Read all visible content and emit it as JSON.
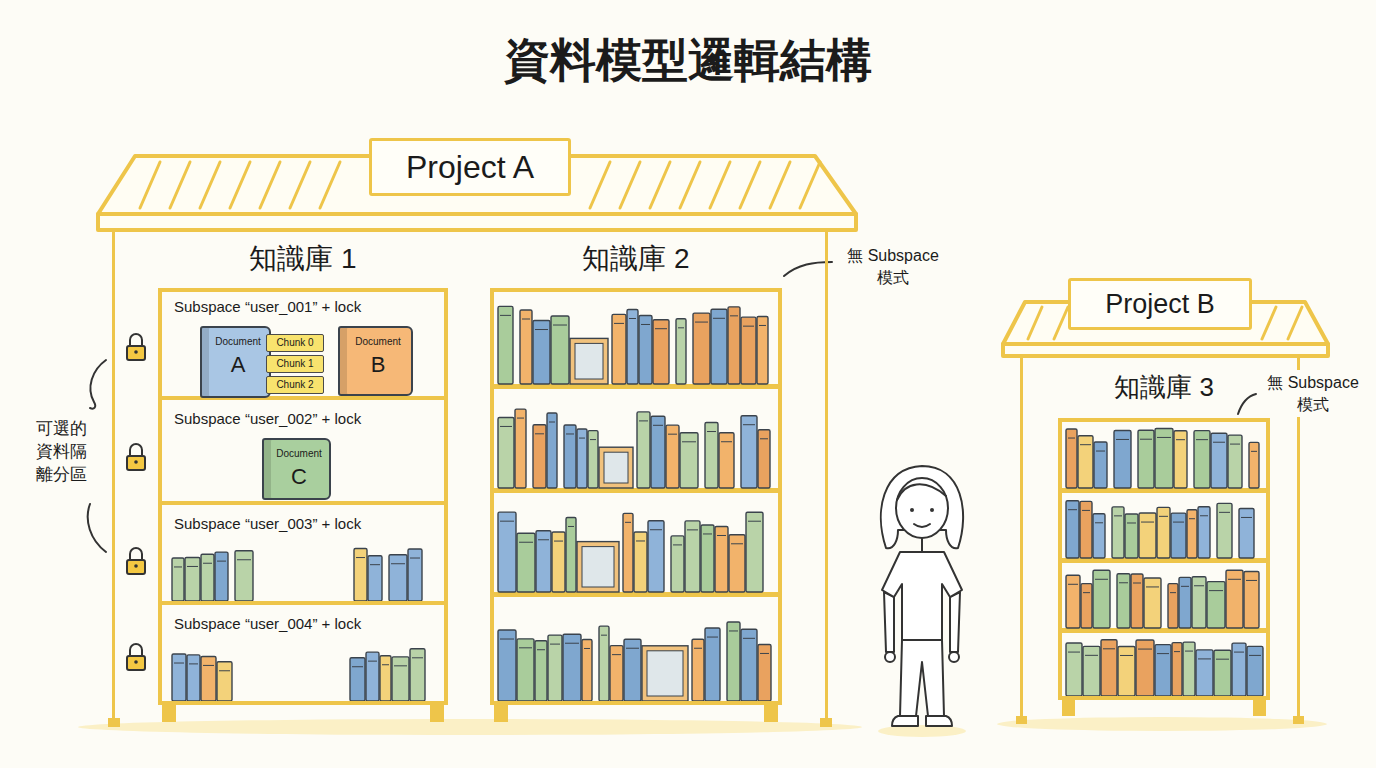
{
  "diagram": {
    "title": "資料模型邏輯結構",
    "nodes": [
      {
        "text": [
          "Project A"
        ]
      },
      {
        "text": [
          "知識庫 1"
        ],
        "in": 0
      },
      {
        "text": [
          "Subspace “user_001” + lock"
        ],
        "in": 1
      },
      {
        "text": [
          "Document",
          "A"
        ],
        "in": 2
      },
      {
        "text": [
          "Chunk 0"
        ],
        "in": 2
      },
      {
        "text": [
          "Chunk 1"
        ],
        "in": 2
      },
      {
        "text": [
          "Chunk 2"
        ],
        "in": 2
      },
      {
        "text": [
          "Document",
          "B"
        ],
        "in": 2
      },
      {
        "text": [
          "Subspace “user_002” + lock"
        ],
        "in": 1
      },
      {
        "text": [
          "Document",
          "C"
        ],
        "in": 8
      },
      {
        "text": [
          "Subspace “user_003” + lock"
        ],
        "in": 1
      },
      {
        "text": [
          "Subspace “user_004” + lock"
        ],
        "in": 1
      },
      {
        "text": [
          "知識庫 2"
        ],
        "in": 0
      },
      {
        "text": [
          "Project B"
        ]
      },
      {
        "text": [
          "知識庫 3"
        ],
        "in": 13
      }
    ],
    "labels": [
      "無 Subspace 模式",
      "可選的 資料隔 離分區",
      "無 Subspace 模式"
    ]
  }
}
